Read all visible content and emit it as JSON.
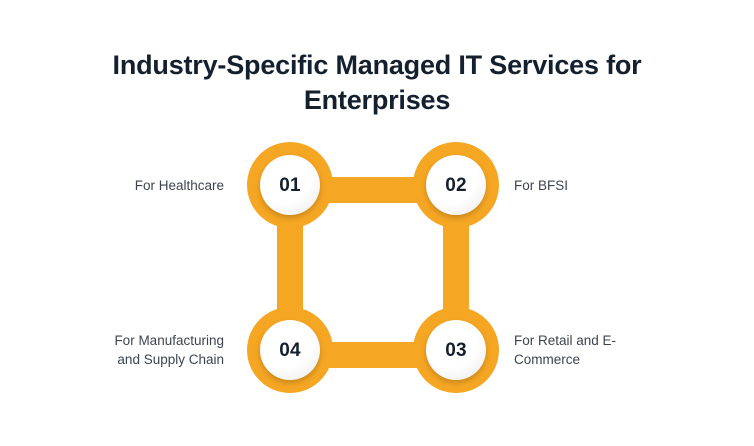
{
  "page": {
    "background_color": "#ffffff",
    "accent_color": "#f5a623",
    "heading_color": "#15202f",
    "label_color": "#3d4450"
  },
  "header": {
    "title": "Industry-Specific Managed IT Services for\nEnterprises"
  },
  "diagram": {
    "type": "cycle-square",
    "nodes": [
      {
        "number": "01",
        "label": "For Healthcare",
        "position": "top-left"
      },
      {
        "number": "02",
        "label": "For BFSI",
        "position": "top-right"
      },
      {
        "number": "03",
        "label": "For Retail and E-\nCommerce",
        "position": "bottom-right"
      },
      {
        "number": "04",
        "label": "For Manufacturing\nand Supply Chain",
        "position": "bottom-left"
      }
    ]
  }
}
